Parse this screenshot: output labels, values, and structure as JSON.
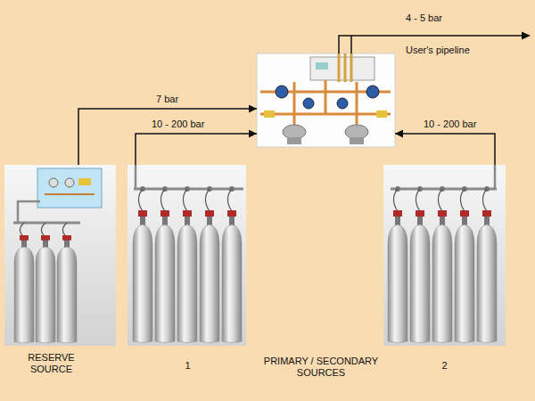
{
  "diagram": {
    "nodes": [
      {
        "text": [
          "RESERVE SOURCE"
        ]
      },
      {
        "text": [
          "1"
        ]
      },
      {
        "text": [
          "2"
        ]
      },
      {
        "text": []
      }
    ],
    "edges": [
      {
        "from": 0,
        "to": 3,
        "arrow": "to",
        "label": "7 bar"
      },
      {
        "from": 1,
        "to": 3,
        "arrow": "to",
        "label": "10 - 200 bar"
      },
      {
        "from": 2,
        "to": 3,
        "arrow": "to",
        "label": "10 - 200 bar"
      }
    ],
    "labels": [
      "PRIMARY / SECONDARY SOURCES",
      "4 - 5 bar",
      "User's pipeline"
    ]
  }
}
